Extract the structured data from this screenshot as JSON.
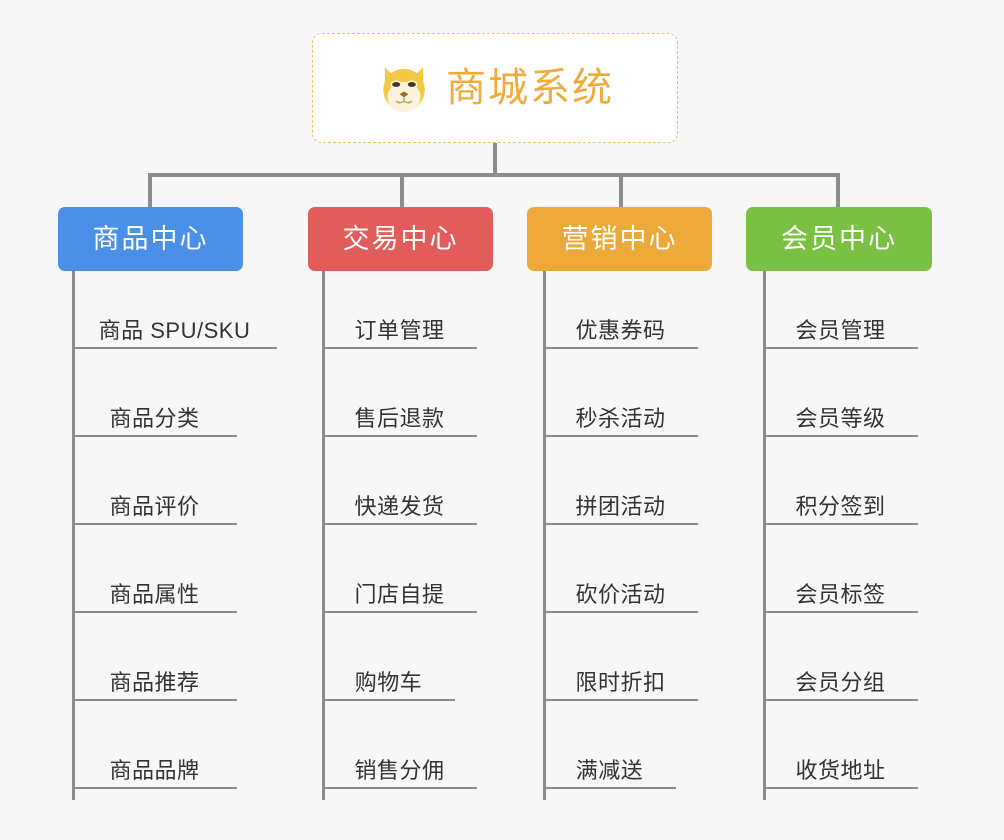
{
  "background_color": "#f7f7f7",
  "connector_color": "#8c8c8c",
  "root": {
    "title": "商城系统",
    "icon": "shiba-dog-face-emoji",
    "text_color": "#f0ab3d",
    "border_color": "#f0c060",
    "background_color": "#ffffff"
  },
  "categories": [
    {
      "label": "商品中心",
      "color": "#4a90e8",
      "items": [
        "商品 SPU/SKU",
        "商品分类",
        "商品评价",
        "商品属性",
        "商品推荐",
        "商品品牌"
      ]
    },
    {
      "label": "交易中心",
      "color": "#e25c5c",
      "items": [
        "订单管理",
        "售后退款",
        "快递发货",
        "门店自提",
        "购物车",
        "销售分佣"
      ]
    },
    {
      "label": "营销中心",
      "color": "#eda83a",
      "items": [
        "优惠券码",
        "秒杀活动",
        "拼团活动",
        "砍价活动",
        "限时折扣",
        "满减送"
      ]
    },
    {
      "label": "会员中心",
      "color": "#7ac143",
      "items": [
        "会员管理",
        "会员等级",
        "积分签到",
        "会员标签",
        "会员分组",
        "收货地址"
      ]
    }
  ]
}
